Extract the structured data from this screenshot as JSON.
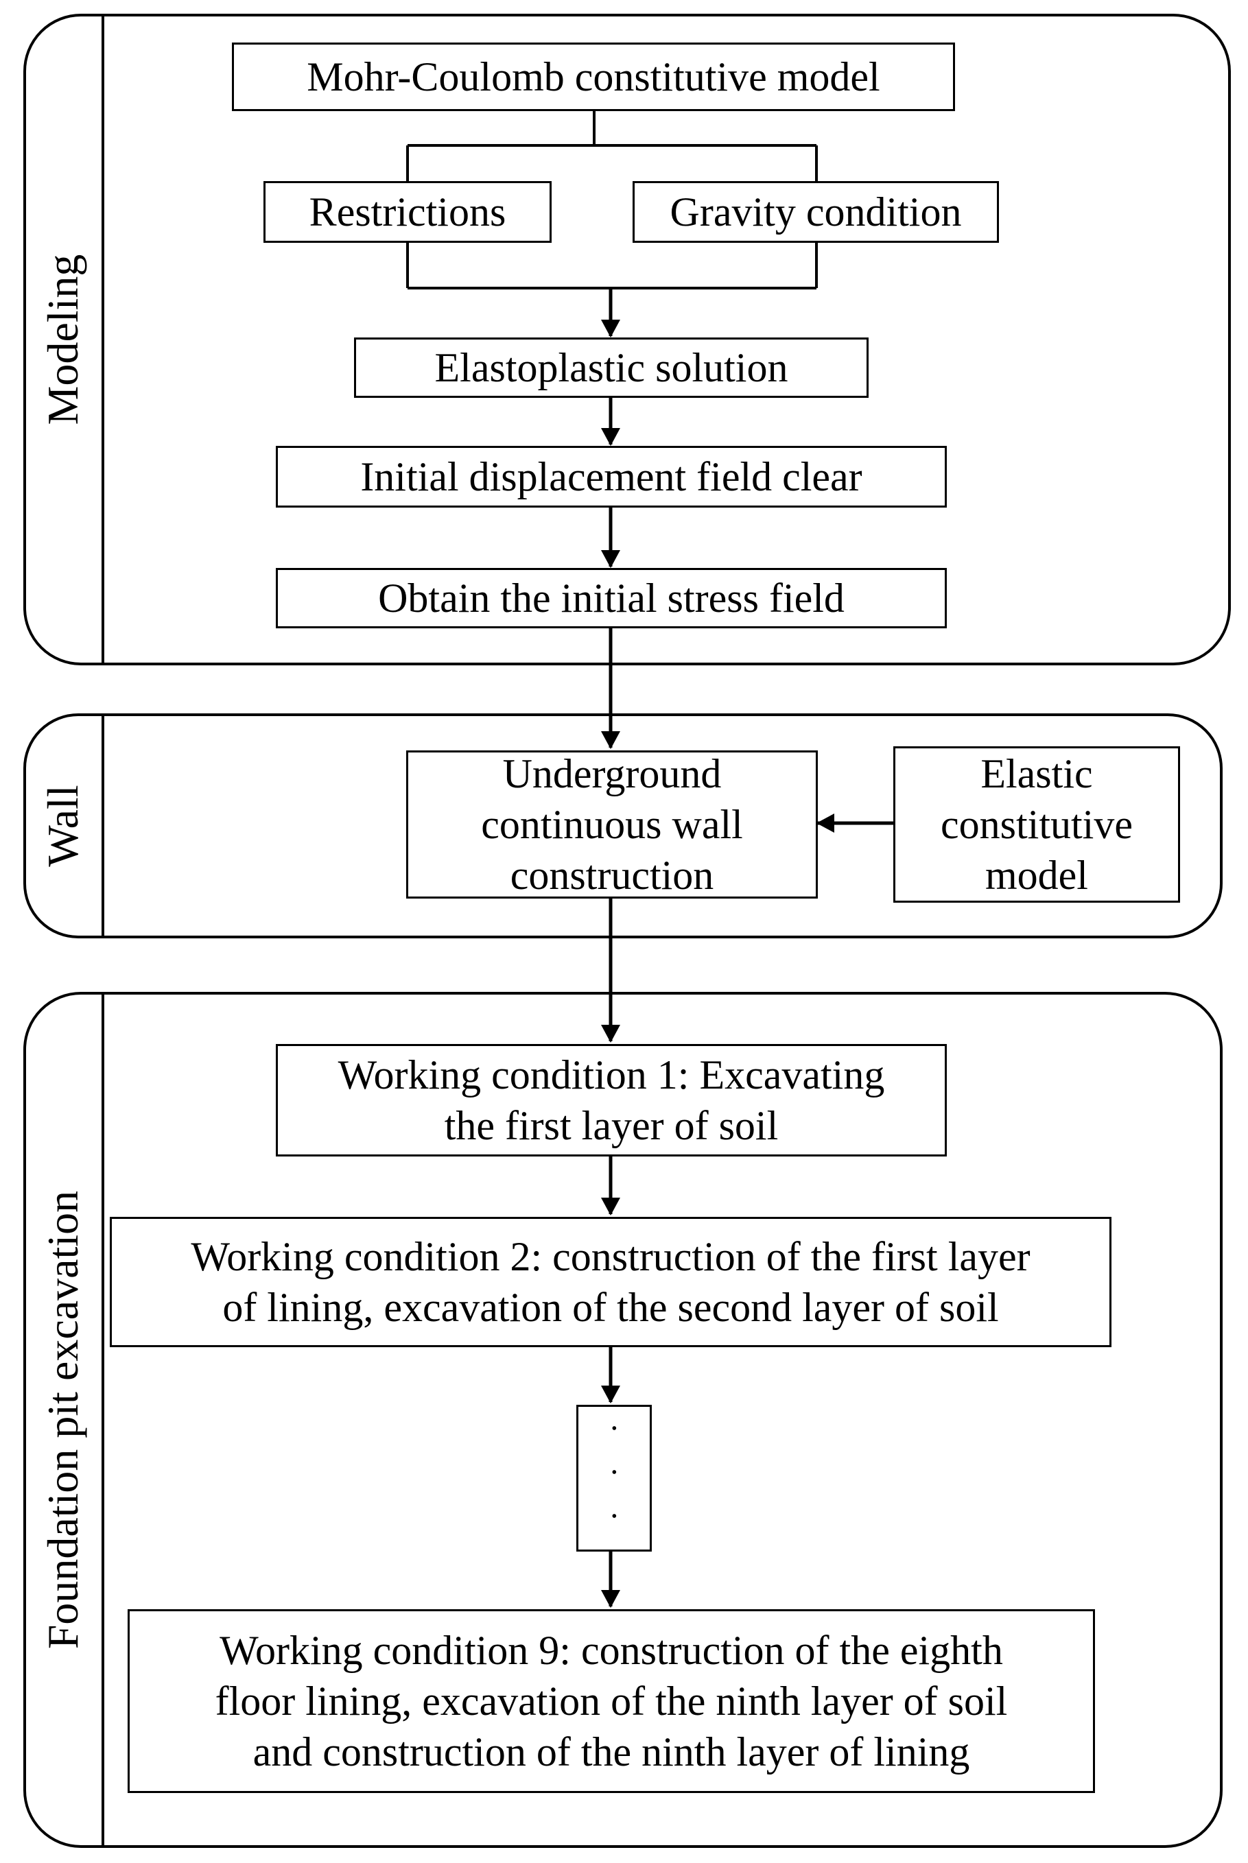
{
  "panels": {
    "modeling": {
      "label": "Modeling"
    },
    "wall": {
      "label": "Wall"
    },
    "excavation": {
      "label": "Foundation pit excavation"
    }
  },
  "nodes": {
    "mohr": "Mohr-Coulomb constitutive model",
    "restrictions": "Restrictions",
    "gravity": "Gravity condition",
    "elastoplastic": "Elastoplastic solution",
    "displacement": "Initial displacement field clear",
    "stress": "Obtain the initial stress field",
    "underground": [
      "Underground",
      "continuous wall",
      "construction"
    ],
    "elastic": [
      "Elastic",
      "constitutive",
      "model"
    ],
    "wc1": [
      "Working condition 1: Excavating",
      "the first layer of soil"
    ],
    "wc2": [
      "Working condition 2: construction of the first layer",
      "of lining, excavation of the second layer of soil"
    ],
    "ellipsis": "· · ·",
    "wc9": [
      "Working condition 9: construction of the eighth",
      "floor lining, excavation of the ninth layer of soil",
      "and construction of the ninth layer of lining"
    ]
  },
  "colors": {
    "stroke": "#000000",
    "background": "#ffffff",
    "text": "#000000"
  }
}
